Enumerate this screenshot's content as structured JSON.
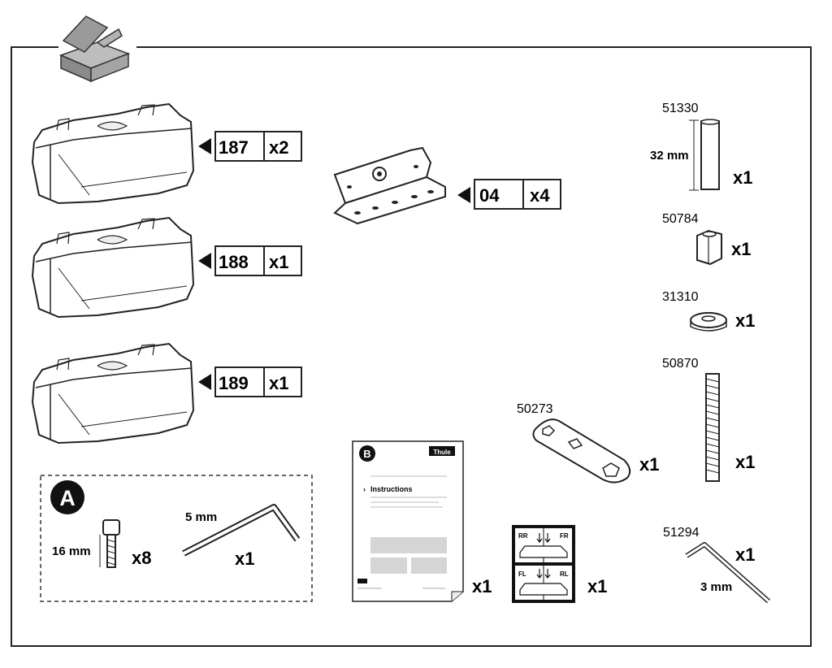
{
  "parts": {
    "foot_187": {
      "number": "187",
      "qty": "x2"
    },
    "foot_188": {
      "number": "188",
      "qty": "x1"
    },
    "foot_189": {
      "number": "189",
      "qty": "x1"
    },
    "bracket_04": {
      "number": "04",
      "qty": "x4"
    },
    "spacer": {
      "number": "51330",
      "length": "32 mm",
      "qty": "x1"
    },
    "nut": {
      "number": "50784",
      "qty": "x1"
    },
    "washer": {
      "number": "31310",
      "qty": "x1"
    },
    "threaded_rod": {
      "number": "50870",
      "qty": "x1"
    },
    "wrench": {
      "number": "50273",
      "qty": "x1"
    },
    "hex_key_3mm": {
      "number": "51294",
      "size": "3 mm",
      "qty": "x1"
    }
  },
  "kit_a": {
    "letter": "A",
    "screw_length": "16 mm",
    "screw_qty": "x8",
    "hex_key_size": "5 mm",
    "hex_key_qty": "x1"
  },
  "manual": {
    "letter": "B",
    "brand": "Thule",
    "title": "Instructions",
    "qty": "x1"
  },
  "stickers": {
    "labels": [
      "RR",
      "FR",
      "FL",
      "RL"
    ],
    "qty": "x1"
  },
  "colors": {
    "ink": "#1a1a1a",
    "box": "#8f8f8f",
    "gray": "#d5d5d5"
  }
}
